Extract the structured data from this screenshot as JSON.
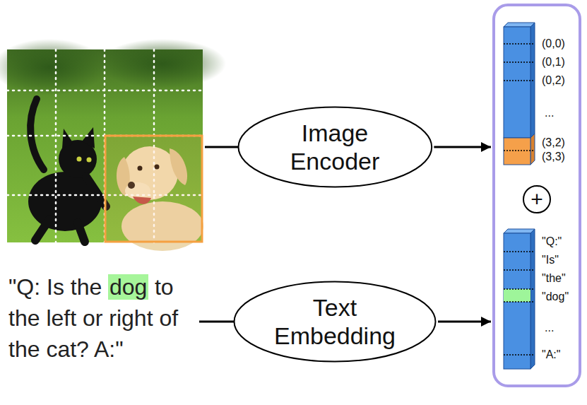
{
  "diagram": {
    "nodes": [
      {
        "text": [
          "Image Encoder"
        ]
      },
      {
        "text": [
          "Text Embedding"
        ]
      },
      {
        "text": [
          "(0,0)",
          "(0,1)",
          "(0,2)",
          "...",
          "(3,2)",
          "(3,3)",
          "\"Q:\"",
          "\"Is\"",
          "\"the\"",
          "\"dog\"",
          "...",
          "\"A:\""
        ]
      },
      {
        "text": [
          "+"
        ],
        "in": 2
      }
    ],
    "edges": [
      {
        "from": 0,
        "to": 2,
        "arrow": "to"
      },
      {
        "from": 1,
        "to": 2,
        "arrow": "to"
      }
    ],
    "labels": [
      "\"Q: Is the",
      "dog",
      "to the left or right of the cat? A:\""
    ]
  }
}
